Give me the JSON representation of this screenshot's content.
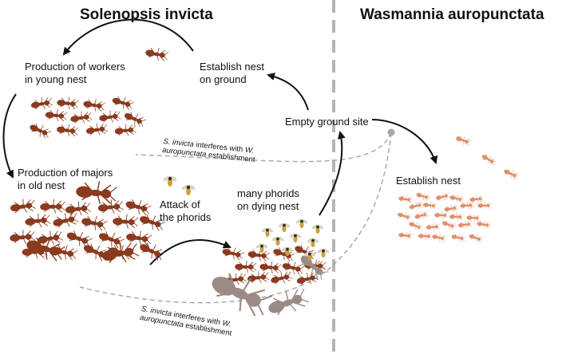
{
  "titles": {
    "left": "Solenopsis invicta",
    "right": "Wasmannia auropunctata"
  },
  "labels": {
    "workers_young_nest": [
      "Production of workers",
      "in young nest"
    ],
    "establish_nest_ground": [
      "Establish nest",
      "on ground"
    ],
    "empty_ground_site": "Empty ground site",
    "majors_old_nest": [
      "Production of majors",
      "in old nest"
    ],
    "attack_phorids": [
      "Attack of",
      "the phorids"
    ],
    "many_phorids": [
      "many phorids",
      "on dying nest"
    ],
    "establish_nest_right": "Establish nest"
  },
  "interference_note": {
    "italic_1": "S. invicta",
    "rest_1": " interferes with ",
    "italic_2": "W.",
    "italic_3": "auropunctata",
    "rest_2": " establishment"
  },
  "colors": {
    "divider": "#b5b5b5",
    "dashed_link": "#a9a9a9",
    "fire_ant": "#8a3a1e",
    "little_fire_ant": "#e0906a",
    "phorid": "#c9a23a",
    "dying_ant": "#9a8c84"
  }
}
